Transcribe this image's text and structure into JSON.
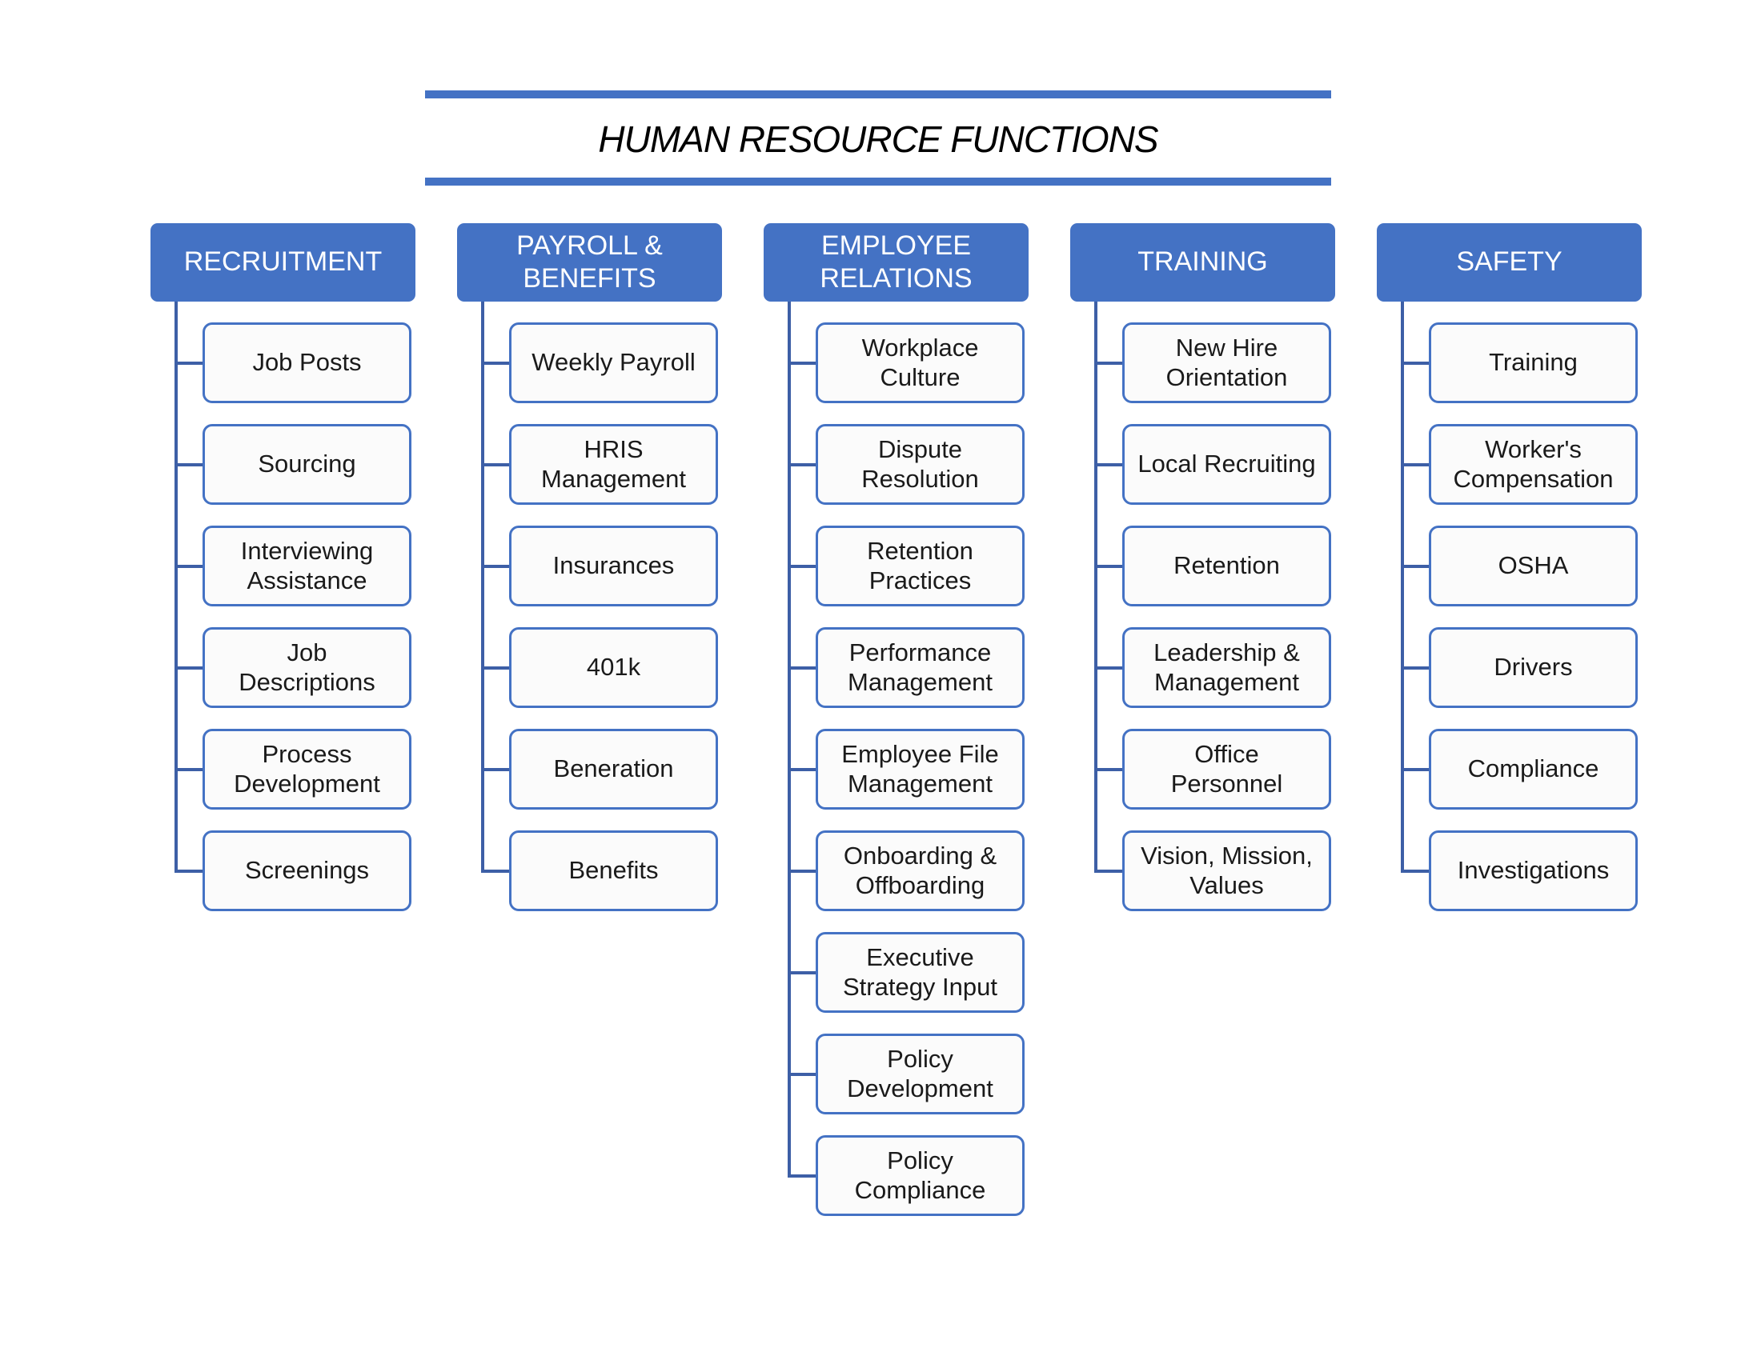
{
  "title": "HUMAN RESOURCE FUNCTIONS",
  "colors": {
    "accent": "#4472C4",
    "connector": "#3D5FA6",
    "box_border": "#4472C4",
    "box_fill": "#FBFBFB",
    "header_text": "#FFFFFF",
    "body_text": "#1A1A1A",
    "title_text": "#000000"
  },
  "columns": [
    {
      "header": "RECRUITMENT",
      "items": [
        "Job Posts",
        "Sourcing",
        "Interviewing\nAssistance",
        "Job\nDescriptions",
        "Process\nDevelopment",
        "Screenings"
      ]
    },
    {
      "header": "PAYROLL &\nBENEFITS",
      "items": [
        "Weekly Payroll",
        "HRIS\nManagement",
        "Insurances",
        "401k",
        "Beneration",
        "Benefits"
      ]
    },
    {
      "header": "EMPLOYEE\nRELATIONS",
      "items": [
        "Workplace\nCulture",
        "Dispute\nResolution",
        "Retention\nPractices",
        "Performance\nManagement",
        "Employee File\nManagement",
        "Onboarding &\nOffboarding",
        "Executive\nStrategy Input",
        "Policy\nDevelopment",
        "Policy\nCompliance"
      ]
    },
    {
      "header": "TRAINING",
      "items": [
        "New Hire\nOrientation",
        "Local Recruiting",
        "Retention",
        "Leadership &\nManagement",
        "Office\nPersonnel",
        "Vision, Mission,\nValues"
      ]
    },
    {
      "header": "SAFETY",
      "items": [
        "Training",
        "Worker's\nCompensation",
        "OSHA",
        "Drivers",
        "Compliance",
        "Investigations"
      ]
    }
  ]
}
